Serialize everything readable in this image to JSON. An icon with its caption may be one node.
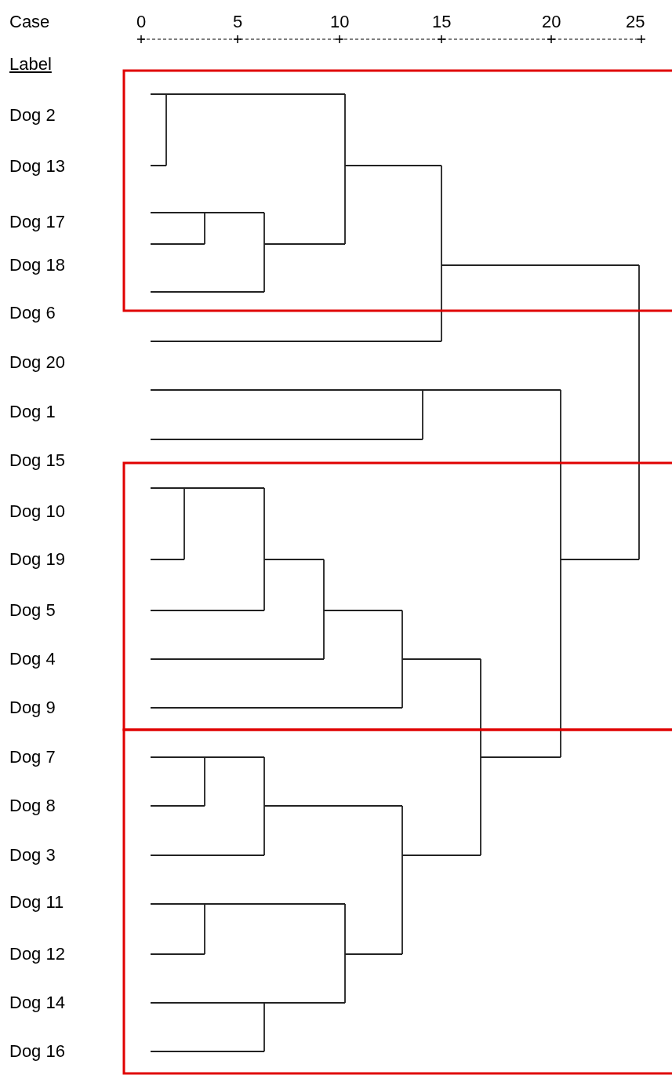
{
  "diagram": {
    "labels": [
      "Case",
      "0",
      "5",
      "10",
      "15",
      "20",
      "25",
      "Label",
      "Dog 2",
      "Dog 13",
      "Dog 17",
      "Dog 18",
      "Dog 6",
      "Dog 20",
      "Dog 1",
      "Dog 15",
      "Dog 10",
      "Dog 19",
      "Dog 5",
      "Dog 4",
      "Dog 9",
      "Dog 7",
      "Dog 8",
      "Dog 3",
      "Dog 11",
      "Dog 12",
      "Dog 14",
      "Dog 16"
    ]
  }
}
